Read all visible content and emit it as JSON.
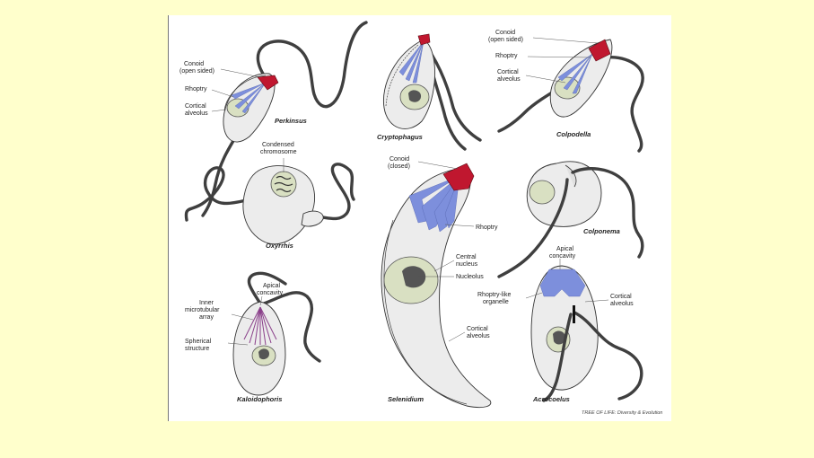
{
  "organisms": {
    "perkinsus": "Perkinsus",
    "cryptophagus": "Cryptophagus",
    "colpodella": "Colpodella",
    "oxyrrhis": "Oxyrrhis",
    "colponema": "Colponema",
    "kaloidophoris": "Kaloidophoris",
    "selenidium": "Selenidium",
    "acrocoelus": "Acrocoelus"
  },
  "labels": {
    "perkinsus_conoid": [
      "Conoid",
      "(open sided)"
    ],
    "perkinsus_rhoptry": "Rhoptry",
    "perkinsus_cortical": [
      "Cortical",
      "alveolus"
    ],
    "colpodella_conoid": [
      "Conoid",
      "(open sided)"
    ],
    "colpodella_rhoptry": "Rhoptry",
    "colpodella_cortical": [
      "Cortical",
      "alveolus"
    ],
    "oxyrrhis_chromosome": [
      "Condensed",
      "chromosome"
    ],
    "selenidium_conoid": [
      "Conoid",
      "(closed)"
    ],
    "selenidium_rhoptry": "Rhoptry",
    "selenidium_nucleus": [
      "Central",
      "nucleus"
    ],
    "selenidium_nucleolus": "Nucleolus",
    "selenidium_cortical": [
      "Cortical",
      "alveolus"
    ],
    "kaloidophoris_apical": [
      "Apical",
      "concavity"
    ],
    "kaloidophoris_array": [
      "Inner",
      "microtubular",
      "array"
    ],
    "kaloidophoris_spherical": [
      "Spherical",
      "structure"
    ],
    "acrocoelus_apical": [
      "Apical",
      "concavity"
    ],
    "acrocoelus_rhoptry_like": [
      "Rhoptry-like",
      "organelle"
    ],
    "acrocoelus_cortical": [
      "Cortical",
      "alveolus"
    ]
  },
  "credit": "TREE OF LIFE: Diversity & Evolution"
}
